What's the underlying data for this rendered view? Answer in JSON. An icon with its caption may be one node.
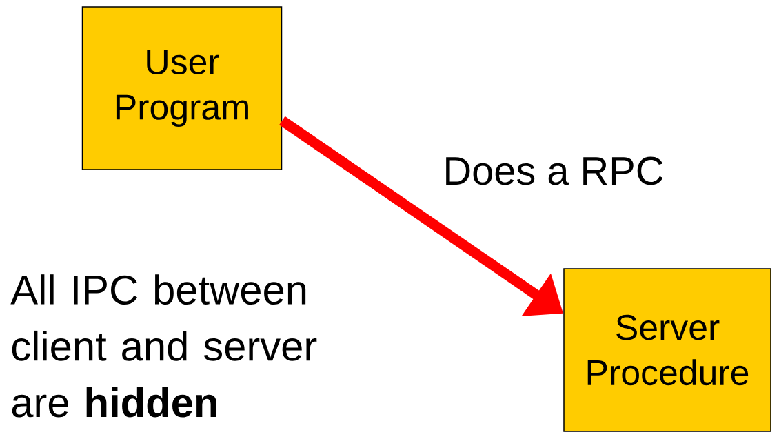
{
  "diagram": {
    "nodes": [
      {
        "text": [
          "User Program"
        ]
      },
      {
        "text": [
          "Server Procedure"
        ]
      }
    ],
    "edges": [
      {
        "from": 0,
        "to": 1,
        "arrow": "to",
        "label": "Does a RPC",
        "color": "#ff0000"
      }
    ],
    "labels": [
      "All IPC between client and server are **hidden**"
    ]
  }
}
